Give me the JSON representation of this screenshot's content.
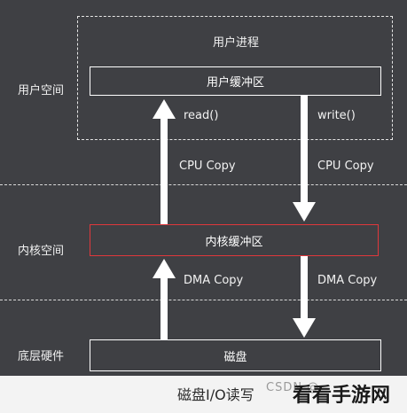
{
  "layers": {
    "user_space": "用户空间",
    "kernel_space": "内核空间",
    "hardware": "底层硬件"
  },
  "boxes": {
    "user_process": "用户进程",
    "user_buffer": "用户缓冲区",
    "kernel_buffer": "内核缓冲区",
    "disk": "磁盘"
  },
  "arrows": {
    "read": "read()",
    "write": "write()",
    "cpu_copy_left": "CPU Copy",
    "cpu_copy_right": "CPU Copy",
    "dma_copy_left": "DMA Copy",
    "dma_copy_right": "DMA Copy"
  },
  "caption": "磁盘I/O读写",
  "watermark": "CSDN @",
  "logo": "看看手游网",
  "colors": {
    "background": "#3f4044",
    "line": "#ffffff",
    "kernel_border": "#e0373c",
    "caption_bar": "#f3f3f3"
  }
}
